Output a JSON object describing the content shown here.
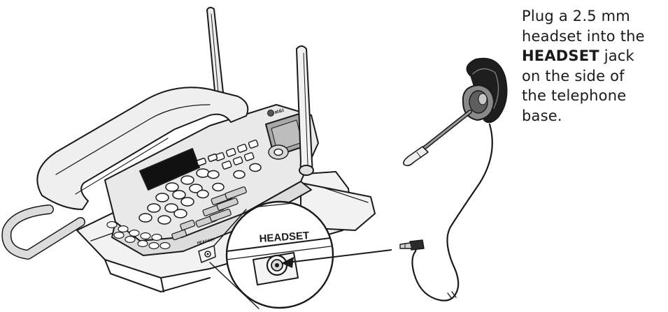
{
  "instruction": {
    "line1": "Plug a 2.5 mm",
    "line2": "headset into the",
    "line3_bold": "HEADSET",
    "line3_rest": " jack",
    "line4": "on the side of",
    "line5": "the telephone",
    "line6": "base."
  },
  "labels": {
    "magnified_jack": "HEADSET",
    "side_jack": "HEADSET",
    "brand": "at&t"
  },
  "colors": {
    "ink": "#1a1a1a",
    "body_gray": "#e6e6e6",
    "screen_gray": "#a8a8a8",
    "dark_panel": "#111111"
  },
  "icons": {
    "telephone": "cordless-telephone-base",
    "headset": "headset-earpiece",
    "plug": "2.5mm-plug",
    "magnifier": "magnified-jack-circle",
    "arrow": "insert-arrow"
  }
}
